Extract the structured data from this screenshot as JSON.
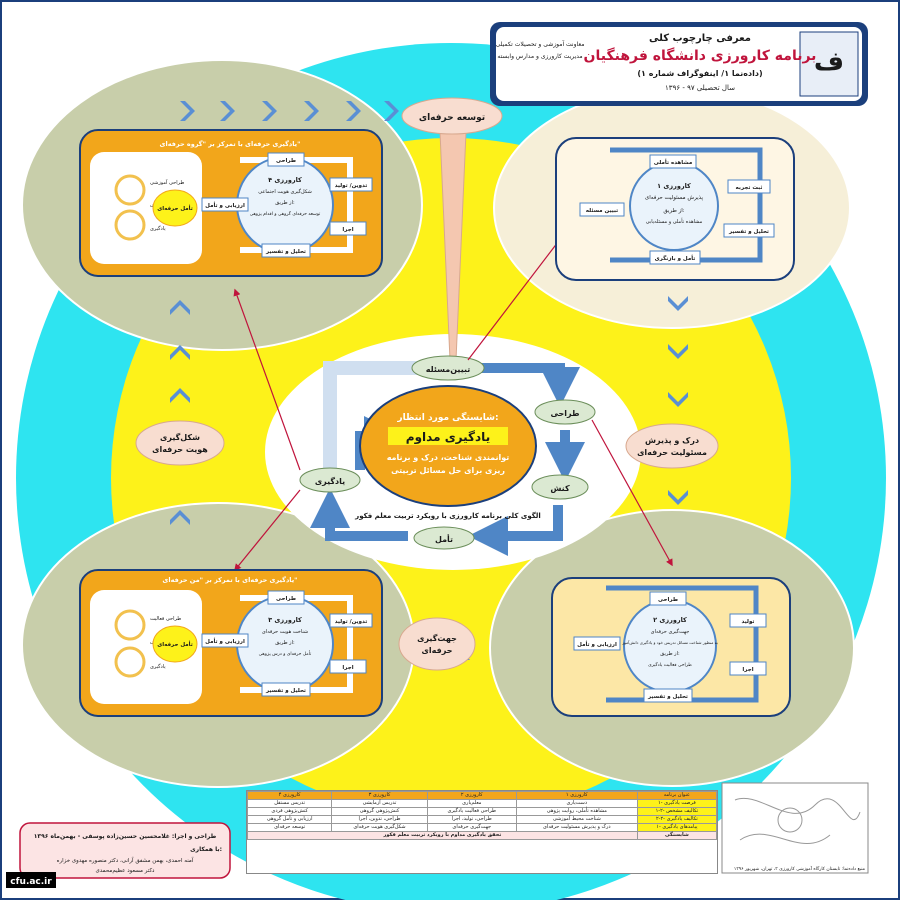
{
  "header": {
    "line1": "معرفی چارچوب کلی",
    "line2": "برنامه کارورزی دانشگاه فرهنگیان",
    "line3": "(دادەنما ۱/ اینفوگراف شماره ۱)",
    "line4": "سال تحصیلی ۹۷ - ۱۳۹۶",
    "org1": "معاونت آموزشی و تحصیلات تکمیلی",
    "org2": "مدیریت کارورزی و مدارس وابسته"
  },
  "center": {
    "expected_title": "شایستگی مورد انتظار:",
    "expected_main": "یادگیری مداوم",
    "expected_desc1": "توانمندی شناخت، درک و برنامه",
    "expected_desc2": "ریزی برای حل مسائل تربیتی",
    "model_caption": "الگوی کلی برنامه کارورزی با رویکرد تربیت معلم فکور",
    "steps": {
      "problem": "تبیین‌مسئله",
      "design": "طراحی",
      "action": "کنش",
      "reflection": "تأمل",
      "learning": "یادگیری"
    }
  },
  "competencies": {
    "professional_development": "توسعه حرفه‌ای",
    "understanding_1": "درک و پذیرش",
    "understanding_2": "مسئولیت حرفه‌ای",
    "identity_1": "شکل‌گیری",
    "identity_2": "هویت حرفه‌ای",
    "orientation_1": "جهت‌گیری",
    "orientation_2": "حرفه‌ای"
  },
  "internships": {
    "k1": {
      "title": "کارورزی ۱",
      "sub": "پذیرش مسئولیت حرفه‌ای",
      "via": "از طریق:",
      "detail": "مشاهده تأملی و مسئله‌یابی",
      "nodes": [
        "مشاهده تأملی",
        "ثبت تجربه",
        "تحلیل و تفسیر",
        "تأمل و بازنگری",
        "تبیین مسئله"
      ]
    },
    "k2": {
      "title": "کارورزی ۲",
      "sub": "جهت‌گیری حرفه‌ای",
      "detail": "به منظور شناخت مسائل تدریس خود و یادگیری دانش‌آموز",
      "via": "از طریق:",
      "detail2": "طراحی فعالیت یادگیری",
      "nodes": [
        "طراحی",
        "تولید",
        "اجرا",
        "تحلیل و تفسیر",
        "ارزیابی و تأمل"
      ]
    },
    "k3": {
      "title": "کارورزی ۳",
      "sub": "شناخت هویت حرفه‌ای",
      "via": "از طریق:",
      "detail": "تأمل حرفه‌ای و درس پژوهی",
      "nodes": [
        "طراحی",
        "تدوین/ تولید",
        "اجرا",
        "تحلیل و تفسیر",
        "ارزیابی و تأمل"
      ],
      "header": "یادگیری حرفه‌ای با تمرکز بر \"من حرفه‌ای\"",
      "side": "تأمل حرفه‌ای",
      "mini": [
        "طراحی فعالیت",
        "تدریس",
        "یادگیری"
      ]
    },
    "k4": {
      "title": "کارورزی ۴",
      "sub": "شکل‌گیری هویت اجتماعی",
      "via": "از طریق:",
      "detail": "توسعه حرفه‌ای گروهی و اقدام پژوهی",
      "nodes": [
        "طراحی",
        "تدوین/ تولید",
        "اجرا",
        "تحلیل و تفسیر",
        "ارزیابی و تأمل"
      ],
      "header": "یادگیری حرفه‌ای با تمرکز بر \"گروه حرفه‌ای\"",
      "side": "تأمل حرفه‌ای",
      "mini": [
        "طراحی آموزشی",
        "تدریس",
        "یادگیری"
      ]
    }
  },
  "table": {
    "headers": [
      "عنوان برنامه",
      "کارورزی ۱",
      "کارورزی ۲",
      "کارورزی ۳",
      "کارورزی ۴"
    ],
    "rows": [
      [
        "۱- فرصت یادگیری",
        "دست‌یاری",
        "معلم‌یاری",
        "تدریس آزمایشی",
        "تدریس مستقل"
      ],
      [
        "۱-۲- تکالیف مشخص",
        "مشاهده تأملی، روایت پژوهی",
        "طراحی فعالیت یادگیری",
        "کنش‌پژوهی گروهی",
        "کنش‌پژوهی فردی"
      ],
      [
        "۲-۲- تکالیف یادگیری",
        "شناخت محیط آموزشی",
        "طراحی، تولید، اجرا",
        "طراحی، تدوین، اجرا",
        "ارزیابی و تأمل گروهی"
      ],
      [
        "۱- پیامدهای یادگیری",
        "درک و پذیرش مسئولیت حرفه‌ای",
        "جهت‌گیری حرفه‌ای",
        "شکل‌گیری هویت حرفه‌ای",
        "توسعه حرفه‌ای"
      ]
    ],
    "footer_label": "شایستگی",
    "footer_text": "تحقق یادگیری مداوم با رویکرد تربیت معلم فکور"
  },
  "credits": {
    "design": "طراحی و اجرا: غلامحسین حسین‌زاده پوسفی - بهمن‌ماه ۱۳۹۶",
    "collab_label": "با همکاری:",
    "collab1": "آمنه احمدی، بهمن مشفق آرانی، دکتر منصوره مهدوی خزاره",
    "collab2": "دکتر مسعود عظیم‌محمدی"
  },
  "source": "منبع دادەنما: تابستان کارگاه آموزشی کارورزی ۳، تهران، شهریور ۱۳۹۶",
  "watermark": "cfu.ac.ir",
  "colors": {
    "cyan": "#2ee4f0",
    "yellow": "#fdf21a",
    "sage": "#c8ceaa",
    "cream": "#f6efd8",
    "orange": "#f2a61b",
    "navy": "#1b3f7c",
    "blue": "#4f86c6",
    "red": "#c0143c"
  }
}
